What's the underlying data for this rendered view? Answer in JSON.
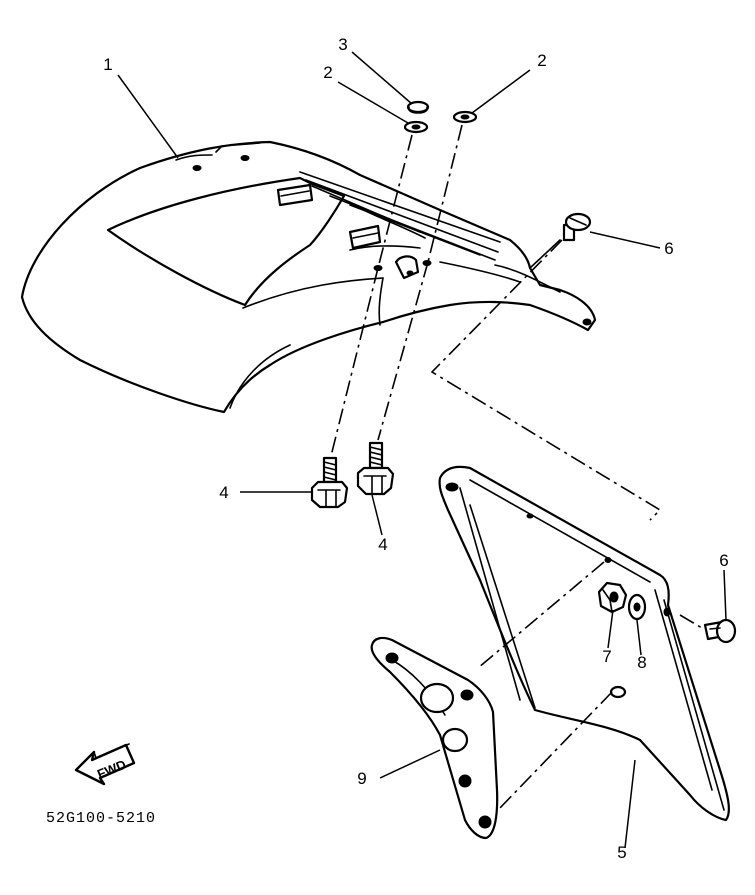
{
  "diagram_code": "52G100-5210",
  "fwd_label": "FWD",
  "callouts": [
    {
      "id": "c1",
      "label": "1"
    },
    {
      "id": "c2a",
      "label": "2"
    },
    {
      "id": "c2b",
      "label": "2"
    },
    {
      "id": "c3",
      "label": "3"
    },
    {
      "id": "c4a",
      "label": "4"
    },
    {
      "id": "c4b",
      "label": "4"
    },
    {
      "id": "c5",
      "label": "5"
    },
    {
      "id": "c6a",
      "label": "6"
    },
    {
      "id": "c6b",
      "label": "6"
    },
    {
      "id": "c7",
      "label": "7"
    },
    {
      "id": "c8",
      "label": "8"
    },
    {
      "id": "c9",
      "label": "9"
    }
  ]
}
